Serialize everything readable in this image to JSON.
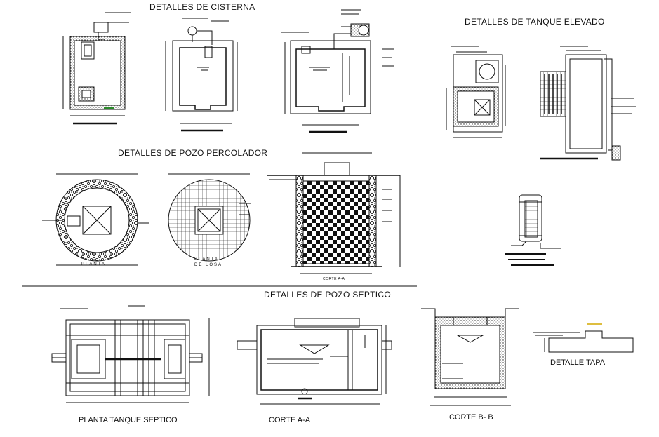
{
  "titles": {
    "cisterna": "DETALLES DE CISTERNA",
    "tanque_elevado": "DETALLES DE TANQUE ELEVADO",
    "pozo_percolador": "DETALLES DE POZO PERCOLADOR",
    "pozo_septico": "DETALLES DE POZO SEPTICO"
  },
  "labels": {
    "planta": "PLANTA",
    "planta_losa_1": "PLANTA",
    "planta_losa_2": "DE LOSA",
    "corte_aa_percolador": "CORTE A-A",
    "planta_tanque_septico": "PLANTA TANQUE SEPTICO",
    "corte_aa": "CORTE  A-A",
    "corte_bb": "CORTE  B- B",
    "detalle_tapa": "DETALLE TAPA"
  }
}
